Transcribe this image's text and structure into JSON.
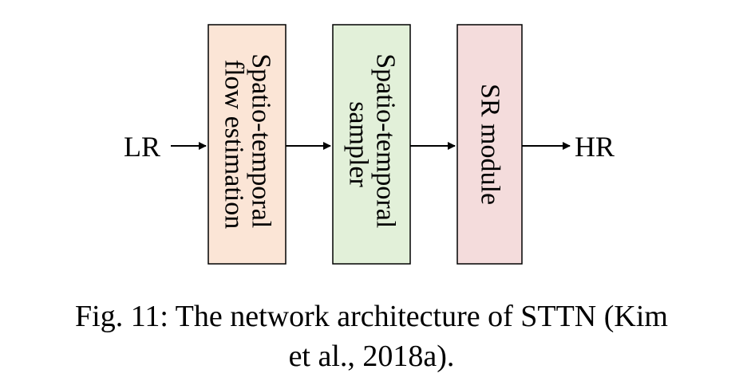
{
  "diagram": {
    "input_label": "LR",
    "output_label": "HR",
    "blocks": [
      {
        "lines": [
          "Spatio-temporal",
          "flow estimation"
        ],
        "fill": "#fbe5d6",
        "stroke": "#000000"
      },
      {
        "lines": [
          "Spatio-temporal",
          "sampler"
        ],
        "fill": "#e2f0d9",
        "stroke": "#000000"
      },
      {
        "lines": [
          "SR module"
        ],
        "fill": "#f4dcdc",
        "stroke": "#000000"
      }
    ]
  },
  "caption": {
    "line1": "Fig. 11: The network architecture of STTN (Kim",
    "line2": "et al., 2018a)."
  }
}
